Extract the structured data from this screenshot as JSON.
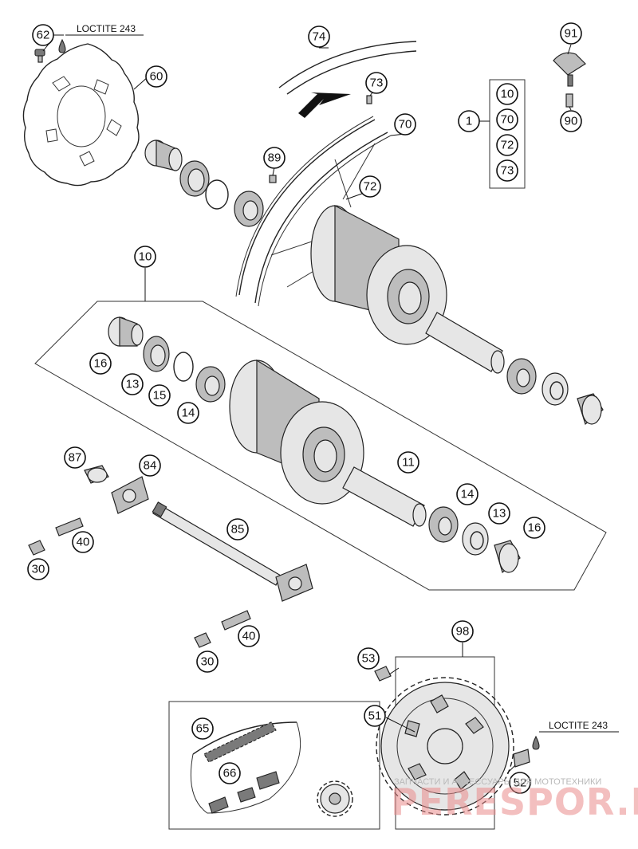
{
  "callouts": {
    "c62": "62",
    "c60": "60",
    "c74": "74",
    "c73a": "73",
    "c91": "91",
    "c90": "90",
    "c1": "1",
    "k10": "10",
    "k70": "70",
    "k72": "72",
    "k73": "73",
    "c70": "70",
    "c89": "89",
    "c72": "72",
    "c10": "10",
    "c16a": "16",
    "c13a": "13",
    "c15": "15",
    "c14a": "14",
    "c11": "11",
    "c14b": "14",
    "c13b": "13",
    "c16b": "16",
    "c87": "87",
    "c84": "84",
    "c40a": "40",
    "c30a": "30",
    "c85": "85",
    "c40b": "40",
    "c30b": "30",
    "c98": "98",
    "c53": "53",
    "c51": "51",
    "c65": "65",
    "c66": "66",
    "c52": "52"
  },
  "notes": {
    "loctite_top": "LOCTITE 243",
    "loctite_bottom": "LOCTITE 243"
  },
  "watermark": {
    "caption": "ЗАПЧАСТИ И АКСЕССУАРЫ ДЛЯ МОТОТЕХНИКИ",
    "brand": "PERESPOR.RU"
  },
  "colors": {
    "line": "#222222",
    "part_fill": "#bdbdbd",
    "watermark_brand": "#e98a8a",
    "watermark_caption": "#b9b9b9"
  }
}
